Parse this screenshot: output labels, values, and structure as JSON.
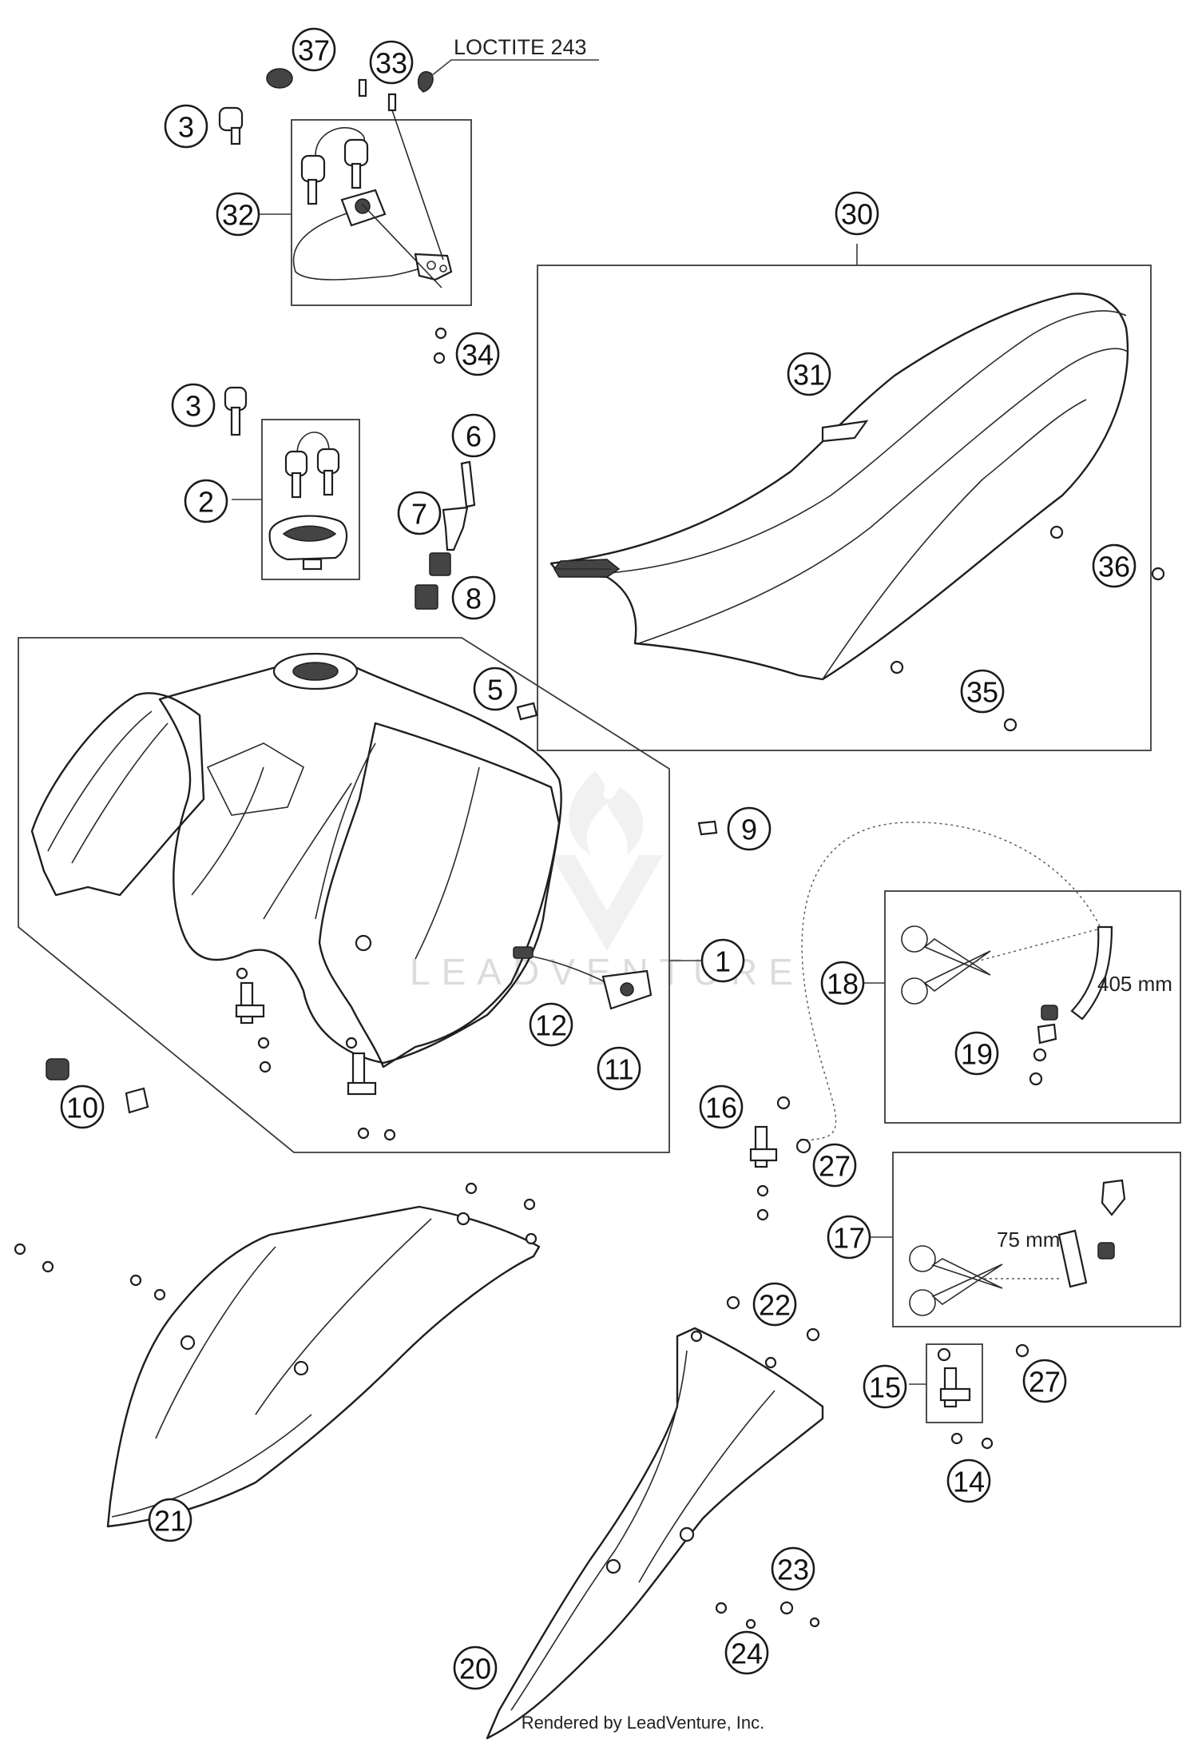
{
  "callouts": {
    "c1": "1",
    "c2": "2",
    "c3a": "3",
    "c3b": "3",
    "c5": "5",
    "c6": "6",
    "c7": "7",
    "c8": "8",
    "c9": "9",
    "c10": "10",
    "c11": "11",
    "c12": "12",
    "c14": "14",
    "c15": "15",
    "c16": "16",
    "c17": "17",
    "c18": "18",
    "c19": "19",
    "c20": "20",
    "c21": "21",
    "c22": "22",
    "c23": "23",
    "c24": "24",
    "c27a": "27",
    "c27b": "27",
    "c30": "30",
    "c31": "31",
    "c32": "32",
    "c33": "33",
    "c34": "34",
    "c35": "35",
    "c36": "36",
    "c37": "37"
  },
  "annotations": {
    "loctite": "LOCTITE 243",
    "hose_length_long": "405 mm",
    "hose_length_short": "75 mm"
  },
  "watermark": "LEADVENTURE",
  "footer": "Rendered by LeadVenture, Inc.",
  "colors": {
    "line": "#1e1e1e",
    "watermark": "#dcdcdc"
  },
  "icons": [
    "scissors-icon",
    "watermark-logo-icon"
  ]
}
